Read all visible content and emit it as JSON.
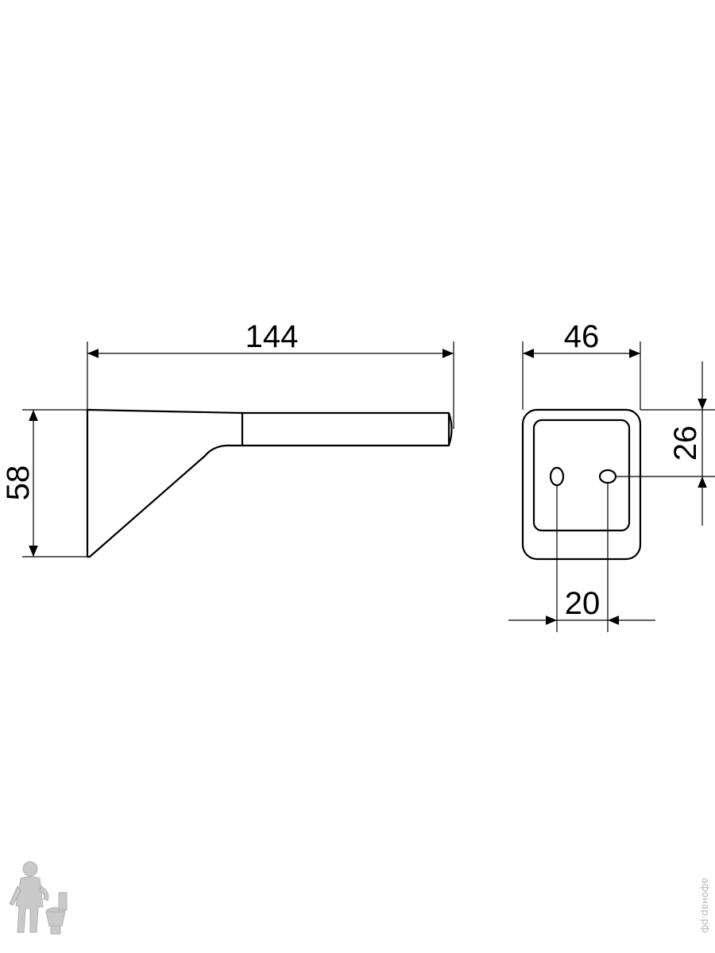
{
  "dimensions": {
    "side_length": "144",
    "side_height": "58",
    "front_width": "46",
    "front_hole_offset": "26",
    "front_hole_spacing": "20"
  },
  "watermark": {
    "text": "афонар.рф"
  },
  "colors": {
    "line": "#000000",
    "background": "#ffffff",
    "watermark": "#b8b8b8"
  },
  "icons": {
    "logo": "plumber-with-toilet-logo"
  }
}
